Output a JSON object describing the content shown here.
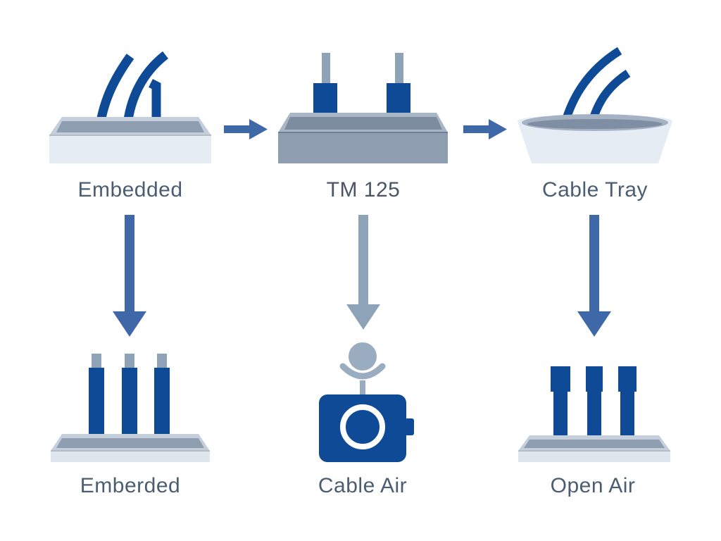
{
  "diagram": {
    "nodes": [
      {
        "id": "embedded-top",
        "label": "Embedded"
      },
      {
        "id": "tm125",
        "label": "TM 125"
      },
      {
        "id": "cable-tray",
        "label": "Cable Tray"
      },
      {
        "id": "embedded-bottom",
        "label": "Emberded"
      },
      {
        "id": "cable-air",
        "label": "Cable Air"
      },
      {
        "id": "open-air",
        "label": "Open Air"
      }
    ],
    "edges": [
      {
        "from": "embedded-top",
        "to": "tm125"
      },
      {
        "from": "tm125",
        "to": "cable-tray"
      },
      {
        "from": "embedded-top",
        "to": "embedded-bottom"
      },
      {
        "from": "tm125",
        "to": "cable-air"
      },
      {
        "from": "cable-tray",
        "to": "open-air"
      }
    ]
  },
  "colors": {
    "cable_blue": "#0f4a96",
    "arrow_blue": "#3f68a8",
    "arrow_grey": "#8ea2b8",
    "tray_light": "#e6ecf3",
    "tray_mid": "#8f9db0",
    "tray_dark": "#6f7f95",
    "label_text": "#4b5d73"
  }
}
